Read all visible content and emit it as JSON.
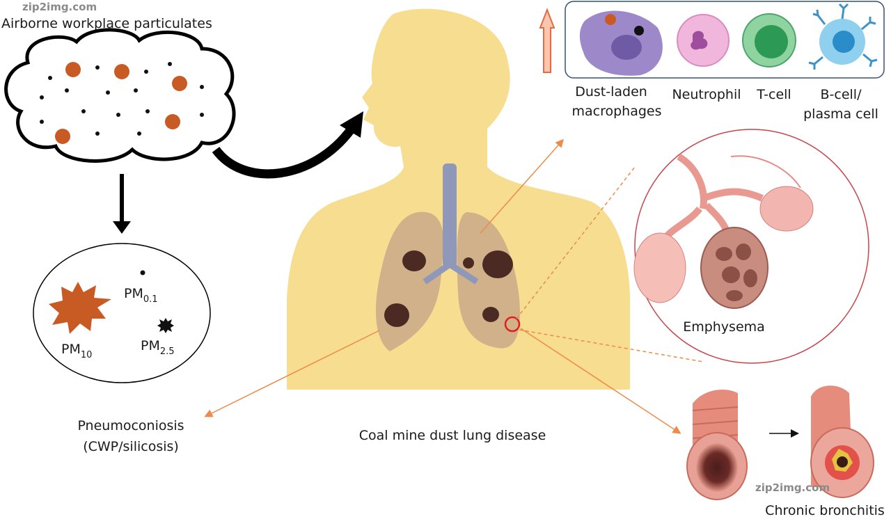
{
  "title": "Airborne workplace particulates",
  "particles": {
    "pm10": {
      "base": "PM",
      "sub": "10"
    },
    "pm01": {
      "base": "PM",
      "sub": "0.1"
    },
    "pm25": {
      "base": "PM",
      "sub": "2.5"
    }
  },
  "cells": {
    "macrophage": [
      "Dust-laden",
      "macrophages"
    ],
    "neutrophil": "Neutrophil",
    "tcell": "T-cell",
    "bcell": [
      "B-cell/",
      "plasma cell"
    ]
  },
  "diseases": {
    "emphysema": "Emphysema",
    "pneumoconiosis": [
      "Pneumoconiosis",
      "(CWP/silicosis)"
    ],
    "cmdld": "Coal mine dust lung disease",
    "bronchitis": "Chronic bronchitis"
  },
  "watermark": "zip2img.com",
  "colors": {
    "body": "#f6dd8f",
    "particle": "#c85a24",
    "accent_line": "#ee8a4a",
    "circle": "#d9414a",
    "box": "#34507a"
  }
}
